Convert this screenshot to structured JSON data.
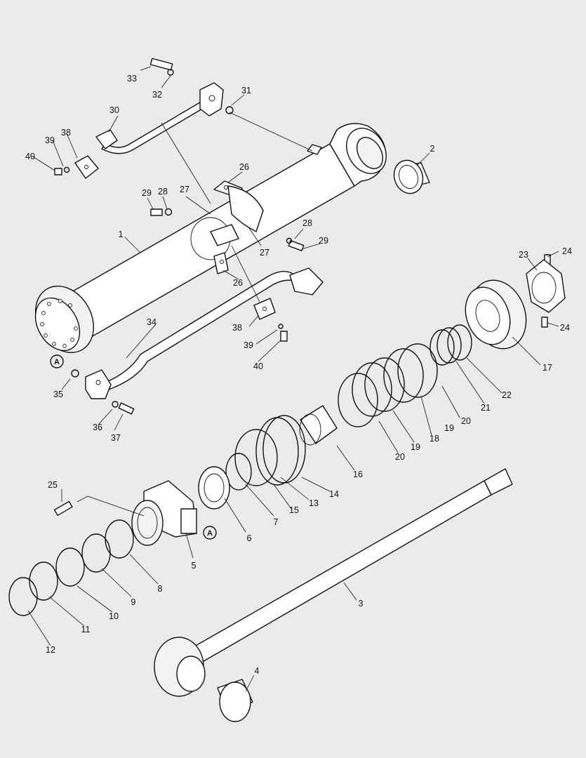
{
  "diagram": {
    "reference_marker": "A",
    "callouts": [
      {
        "id": "c1",
        "text": "1"
      },
      {
        "id": "c2",
        "text": "2"
      },
      {
        "id": "c3",
        "text": "3"
      },
      {
        "id": "c4",
        "text": "4"
      },
      {
        "id": "c5",
        "text": "5"
      },
      {
        "id": "c6",
        "text": "6"
      },
      {
        "id": "c7",
        "text": "7"
      },
      {
        "id": "c8",
        "text": "8"
      },
      {
        "id": "c9",
        "text": "9"
      },
      {
        "id": "c10",
        "text": "10"
      },
      {
        "id": "c11",
        "text": "11"
      },
      {
        "id": "c12",
        "text": "12"
      },
      {
        "id": "c13",
        "text": "13"
      },
      {
        "id": "c14",
        "text": "14"
      },
      {
        "id": "c15",
        "text": "15"
      },
      {
        "id": "c16",
        "text": "16"
      },
      {
        "id": "c17",
        "text": "17"
      },
      {
        "id": "c18",
        "text": "18"
      },
      {
        "id": "c19a",
        "text": "19"
      },
      {
        "id": "c19b",
        "text": "19"
      },
      {
        "id": "c20a",
        "text": "20"
      },
      {
        "id": "c20b",
        "text": "20"
      },
      {
        "id": "c21",
        "text": "21"
      },
      {
        "id": "c22",
        "text": "22"
      },
      {
        "id": "c23",
        "text": "23"
      },
      {
        "id": "c24a",
        "text": "24"
      },
      {
        "id": "c24b",
        "text": "24"
      },
      {
        "id": "c25",
        "text": "25"
      },
      {
        "id": "c26a",
        "text": "26"
      },
      {
        "id": "c26b",
        "text": "26"
      },
      {
        "id": "c27a",
        "text": "27"
      },
      {
        "id": "c27b",
        "text": "27"
      },
      {
        "id": "c28a",
        "text": "28"
      },
      {
        "id": "c28b",
        "text": "28"
      },
      {
        "id": "c29a",
        "text": "29"
      },
      {
        "id": "c29b",
        "text": "29"
      },
      {
        "id": "c30",
        "text": "30"
      },
      {
        "id": "c31",
        "text": "31"
      },
      {
        "id": "c32",
        "text": "32"
      },
      {
        "id": "c33",
        "text": "33"
      },
      {
        "id": "c34",
        "text": "34"
      },
      {
        "id": "c35",
        "text": "35"
      },
      {
        "id": "c36",
        "text": "36"
      },
      {
        "id": "c37",
        "text": "37"
      },
      {
        "id": "c38a",
        "text": "38"
      },
      {
        "id": "c38b",
        "text": "38"
      },
      {
        "id": "c39a",
        "text": "39"
      },
      {
        "id": "c39b",
        "text": "39"
      },
      {
        "id": "c40a",
        "text": "40"
      },
      {
        "id": "c40b",
        "text": "40"
      }
    ]
  }
}
